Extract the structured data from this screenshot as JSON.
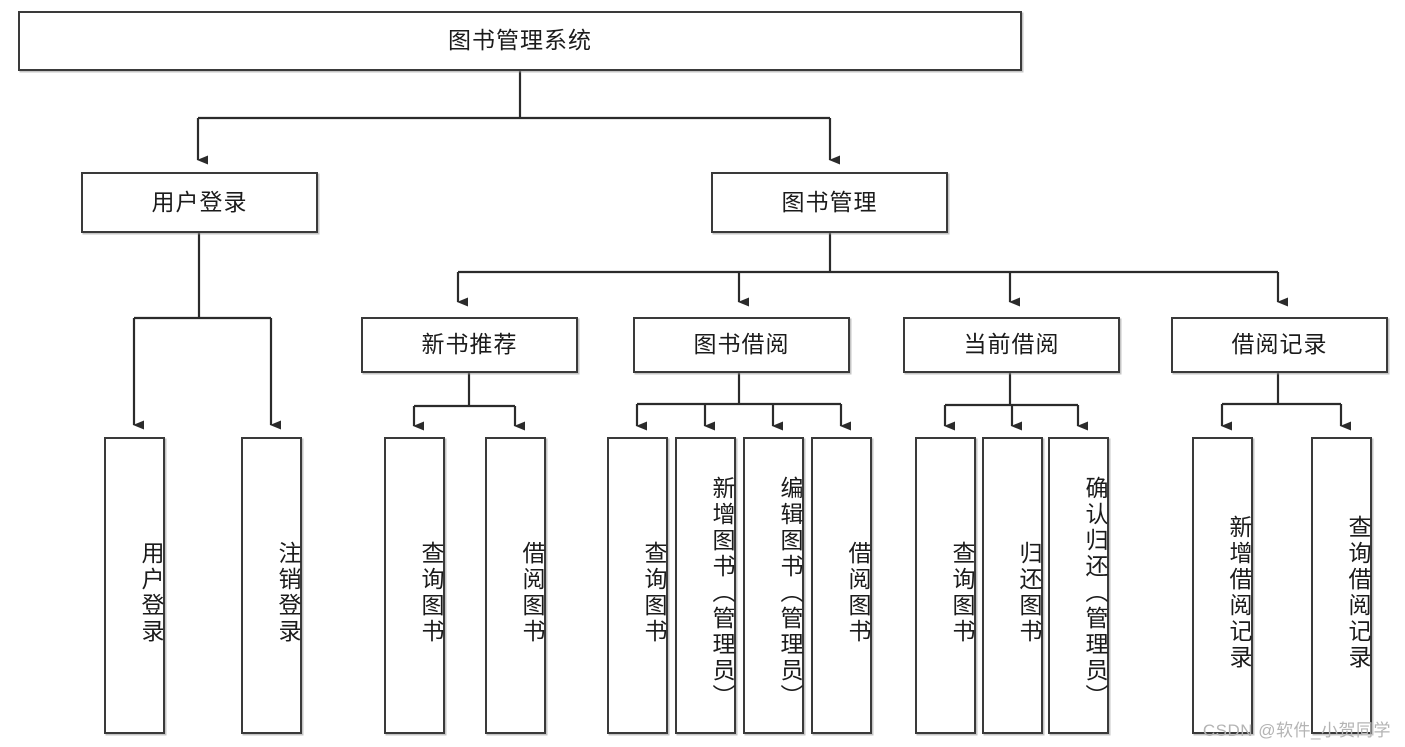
{
  "diagram": {
    "title": "图书管理系统",
    "type": "tree",
    "watermark": "CSDN @软件_小贺同学",
    "colors": {
      "background": "#ffffff",
      "node_fill": "#ffffff",
      "node_border": "#3a3a3a",
      "edge": "#2b2b2b",
      "text": "#1b1b1b",
      "watermark": "#b4b4b4"
    },
    "nodes": {
      "root": {
        "label": "图书管理系统",
        "orientation": "horizontal"
      },
      "user_login": {
        "label": "用户登录",
        "orientation": "horizontal"
      },
      "book_manage": {
        "label": "图书管理",
        "orientation": "horizontal"
      },
      "new_book_rec": {
        "label": "新书推荐",
        "orientation": "horizontal"
      },
      "book_borrow": {
        "label": "图书借阅",
        "orientation": "horizontal"
      },
      "current_borrow": {
        "label": "当前借阅",
        "orientation": "horizontal"
      },
      "borrow_record": {
        "label": "借阅记录",
        "orientation": "horizontal"
      },
      "leaf_user_login": {
        "label": "用户登录",
        "orientation": "vertical"
      },
      "leaf_logout": {
        "label": "注销登录",
        "orientation": "vertical"
      },
      "leaf_rec_query": {
        "label": "查询图书",
        "orientation": "vertical"
      },
      "leaf_rec_borrow": {
        "label": "借阅图书",
        "orientation": "vertical"
      },
      "leaf_borrow_query": {
        "label": "查询图书",
        "orientation": "vertical"
      },
      "leaf_borrow_add": {
        "label": "新增图书（管理员）",
        "orientation": "vertical"
      },
      "leaf_borrow_edit": {
        "label": "编辑图书（管理员）",
        "orientation": "vertical"
      },
      "leaf_borrow_do": {
        "label": "借阅图书",
        "orientation": "vertical"
      },
      "leaf_cur_query": {
        "label": "查询图书",
        "orientation": "vertical"
      },
      "leaf_cur_return": {
        "label": "归还图书",
        "orientation": "vertical"
      },
      "leaf_cur_confirm": {
        "label": "确认归还（管理员）",
        "orientation": "vertical"
      },
      "leaf_rec_add": {
        "label": "新增借阅记录",
        "orientation": "vertical"
      },
      "leaf_rec_query2": {
        "label": "查询借阅记录",
        "orientation": "vertical"
      }
    },
    "hierarchy": [
      {
        "parent": "root",
        "children": [
          "user_login",
          "book_manage"
        ]
      },
      {
        "parent": "user_login",
        "children": [
          "leaf_user_login",
          "leaf_logout"
        ]
      },
      {
        "parent": "book_manage",
        "children": [
          "new_book_rec",
          "book_borrow",
          "current_borrow",
          "borrow_record"
        ]
      },
      {
        "parent": "new_book_rec",
        "children": [
          "leaf_rec_query",
          "leaf_rec_borrow"
        ]
      },
      {
        "parent": "book_borrow",
        "children": [
          "leaf_borrow_query",
          "leaf_borrow_add",
          "leaf_borrow_edit",
          "leaf_borrow_do"
        ]
      },
      {
        "parent": "current_borrow",
        "children": [
          "leaf_cur_query",
          "leaf_cur_return",
          "leaf_cur_confirm"
        ]
      },
      {
        "parent": "borrow_record",
        "children": [
          "leaf_rec_add",
          "leaf_rec_query2"
        ]
      }
    ]
  }
}
